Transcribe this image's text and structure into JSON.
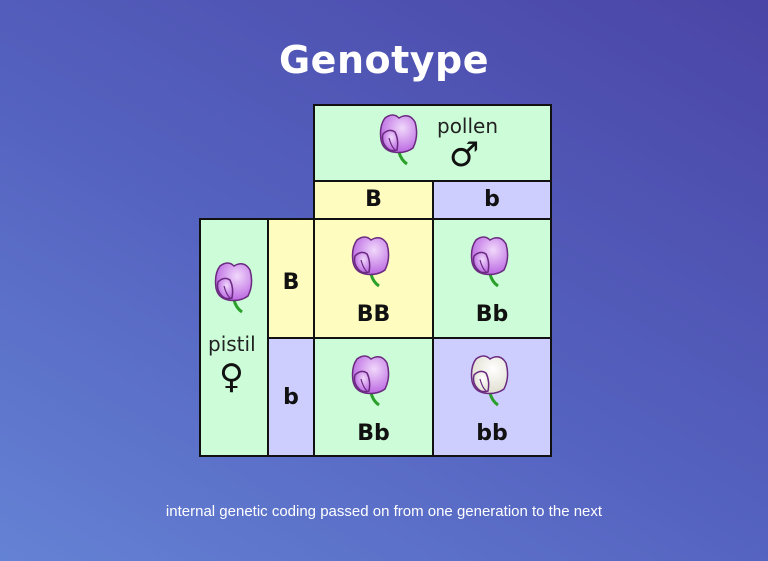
{
  "title": "Genotype",
  "pollen": {
    "label": "pollen",
    "symbol": "♂"
  },
  "pistil": {
    "label": "pistil",
    "symbol": "♀"
  },
  "columns": [
    "B",
    "b"
  ],
  "rows": [
    "B",
    "b"
  ],
  "cells": [
    [
      "BB",
      "Bb"
    ],
    [
      "Bb",
      "bb"
    ]
  ],
  "colors": {
    "purple_flower": "#c77fe6",
    "white_flower": "#f8f8ec",
    "green": "#ccfcd8",
    "yellow": "#fffcc0",
    "lavender": "#cdcdfe"
  },
  "caption": "internal genetic coding passed on from one generation to the next"
}
